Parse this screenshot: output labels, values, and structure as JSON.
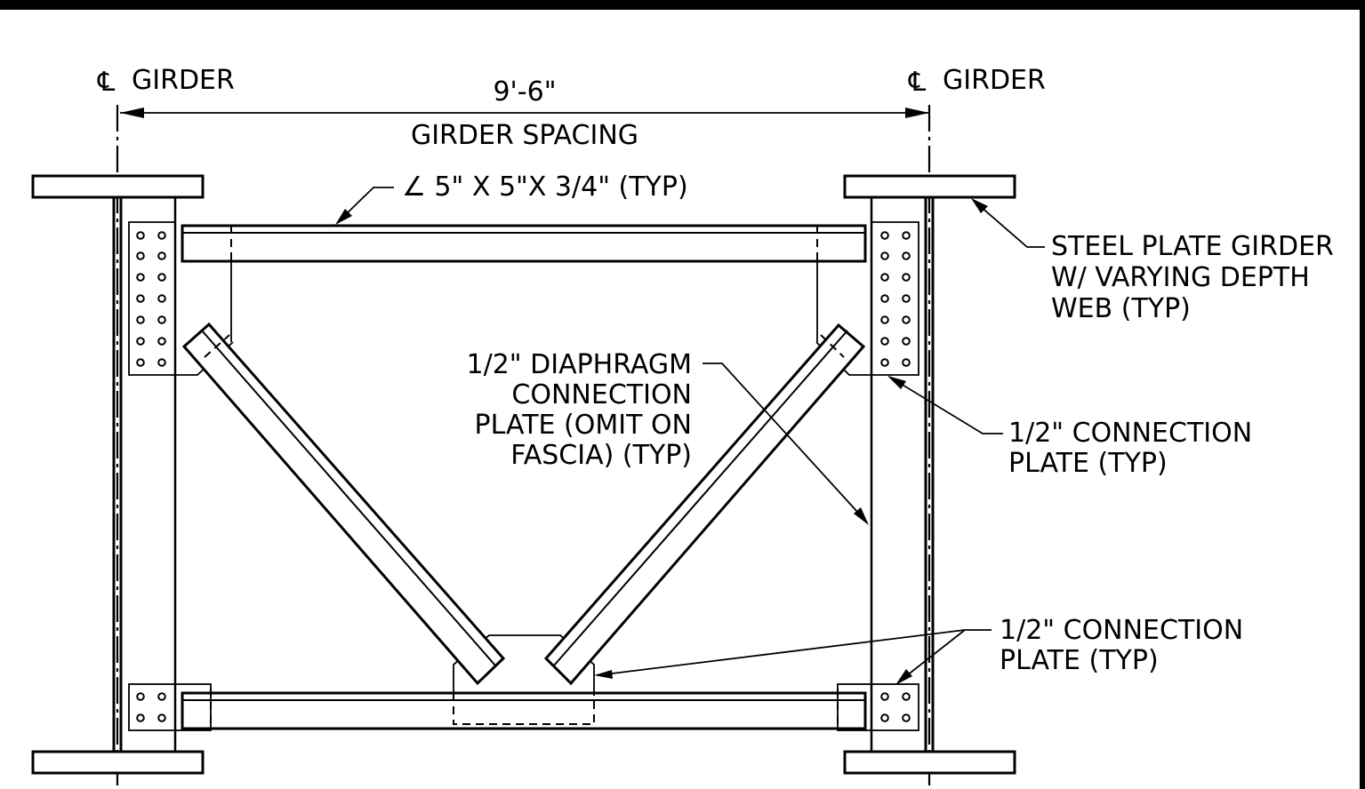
{
  "labels": {
    "cl_left": "GIRDER",
    "cl_right": "GIRDER",
    "cl_symbol": "℄",
    "spacing_value": "9'-6\"",
    "spacing_label": "GIRDER SPACING",
    "angle_note": "∠ 5\" X 5\"X 3/4\" (TYP)",
    "girder_note": [
      "STEEL PLATE GIRDER",
      "W/ VARYING DEPTH",
      "WEB (TYP)"
    ],
    "diaphragm_note": [
      "1/2\" DIAPHRAGM",
      "CONNECTION",
      "PLATE (OMIT ON",
      "FASCIA) (TYP)"
    ],
    "conn_plate_upper": [
      "1/2\" CONNECTION",
      "PLATE (TYP)"
    ],
    "conn_plate_lower": [
      "1/2\" CONNECTION",
      "PLATE (TYP)"
    ]
  }
}
